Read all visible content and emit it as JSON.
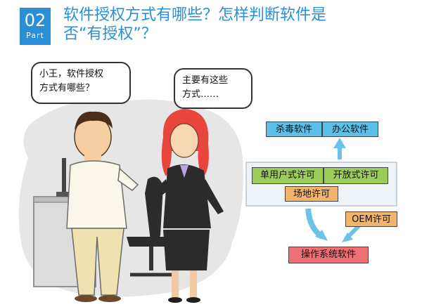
{
  "header": {
    "badge_number": "02",
    "badge_word": "Part",
    "title_line1": "软件授权方式有哪些？怎样判断软件是",
    "title_line2": "否“有授权”？"
  },
  "bubbles": {
    "man_line1": "小王，软件授权",
    "man_line2": "方式有哪些？",
    "woman_line1": "主要有这些",
    "woman_line2": "方式……"
  },
  "diagram": {
    "top_left": "杀毒软件",
    "top_right": "办公软件",
    "mid_left": "单用户式许可",
    "mid_right": "开放式许可",
    "mid_bottom": "场地许可",
    "oem": "OEM许可",
    "os": "操作系统软件"
  },
  "colors": {
    "accent": "#2a8fd6",
    "blue_box": "#5dc0ea",
    "green_box": "#9ccc5a",
    "orange_box": "#f2b36a",
    "red_box": "#ef6f77"
  }
}
